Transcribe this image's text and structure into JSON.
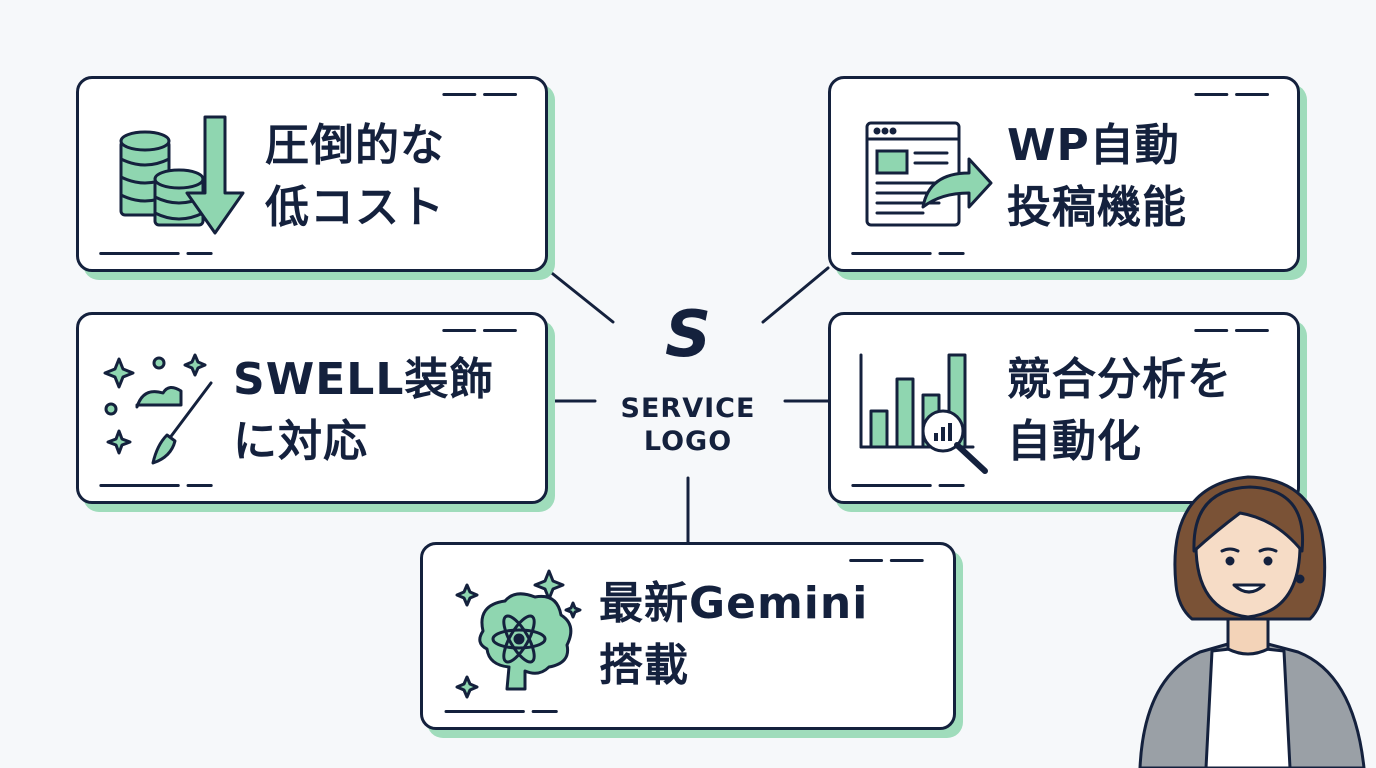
{
  "center": {
    "logo_mark": "S",
    "logo_line1": "SERVICE",
    "logo_line2": "LOGO"
  },
  "features": [
    {
      "line1": "圧倒的な",
      "line2": "低コスト",
      "icon": "coins-down-arrow-icon"
    },
    {
      "line1": "WP自動",
      "line2": "投稿機能",
      "icon": "webpage-share-arrow-icon"
    },
    {
      "line1": "SWELL装飾",
      "line2": "に対応",
      "icon": "sparkles-paintbrush-icon"
    },
    {
      "line1": "競合分析を",
      "line2": "自動化",
      "icon": "bar-chart-magnifier-icon"
    },
    {
      "line1": "最新Gemini",
      "line2": "搭載",
      "icon": "ai-brain-sparkle-icon"
    }
  ],
  "colors": {
    "ink": "#14213d",
    "accent": "#9fdcbb",
    "accent_fill": "#8fd6b0",
    "background": "#f6f8fa"
  }
}
